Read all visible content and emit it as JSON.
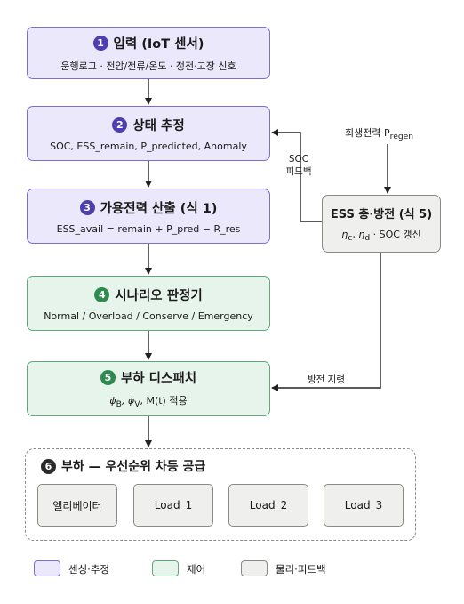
{
  "steps": [
    {
      "num": "1",
      "title": "입력 (IoT 센서)",
      "sub": "운행로그 · 전압/전류/온도 · 정전·고장 신호"
    },
    {
      "num": "2",
      "title": "상태 추정",
      "sub": "SOC, ESS_remain, P_predicted, Anomaly"
    },
    {
      "num": "3",
      "title": "가용전력 산출 (식 1)",
      "sub": "ESS_avail = remain + P_pred − R_res"
    },
    {
      "num": "4",
      "title": "시나리오 판정기",
      "sub": "Normal / Overload / Conserve / Emergency"
    },
    {
      "num": "5",
      "title": "부하 디스패치",
      "sub_pre": "ϕ",
      "sub_s1": "B",
      "sub_mid": ", ϕ",
      "sub_s2": "V",
      "sub_post": ", M(t) 적용"
    }
  ],
  "ess": {
    "title": "ESS 충·방전 (식 5)",
    "eta": "η",
    "c": "c",
    "d": "d",
    "sep": ", ",
    "suffix": " · SOC 갱신"
  },
  "regen": {
    "label": "회생전력 P",
    "sub": "regen"
  },
  "soc_feedback": {
    "line1": "SOC",
    "line2": "피드백"
  },
  "discharge_cmd": "방전 지령",
  "group": {
    "num": "6",
    "title": "부하 — 우선순위 차등 공급"
  },
  "loads": [
    "엘리베이터",
    "Load_1",
    "Load_2",
    "Load_3"
  ],
  "legend": [
    {
      "label": "센싱·추정",
      "color": "#ebe8fb",
      "border": "#7a6fd0"
    },
    {
      "label": "제어",
      "color": "#e6f4ec",
      "border": "#5ea97d"
    },
    {
      "label": "물리·피드백",
      "color": "#efefed",
      "border": "#8a8a86"
    }
  ]
}
